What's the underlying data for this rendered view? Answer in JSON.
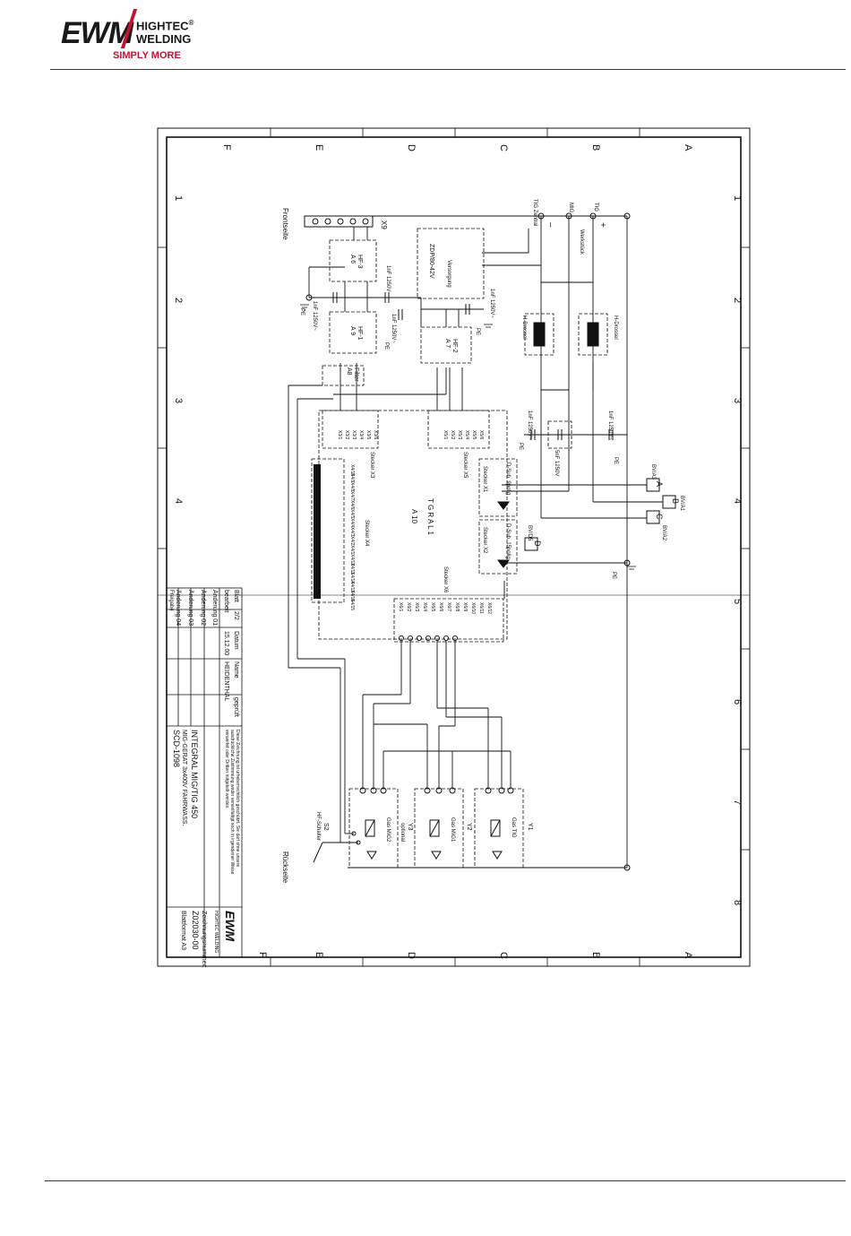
{
  "header": {
    "brand": "EWM",
    "brand_sub_1": "HIGHTEC",
    "brand_sub_2": "WELDING",
    "slogan": "SIMPLY MORE",
    "registered": "®"
  },
  "frame": {
    "row_letters": [
      "F",
      "E",
      "D",
      "C",
      "B",
      "A"
    ],
    "col_numbers": [
      "1",
      "2",
      "3",
      "4",
      "5",
      "6",
      "7",
      "8"
    ]
  },
  "labels": {
    "frontseite": "Frontseite",
    "rueckseite": "Rückseite",
    "x9": "X9",
    "hf1": "HF-1",
    "hf2": "HF-2",
    "hf3": "HF-3",
    "a6": "A 6",
    "a7": "A 7",
    "a8": "A8",
    "a9": "A 9",
    "filter": "Filter",
    "stecker_x3": "Stecker X3",
    "stecker_x4": "Stecker X4",
    "stecker_x5": "Stecker X5",
    "stecker_x6": "Stecker X6",
    "stecker_x1": "Stecker X1",
    "stecker_x2": "Stecker X2",
    "tgral": "T G R A L 1",
    "a10": "A 10",
    "dsub9": "D-Sub. 9polig",
    "dsub15": "D-Sub. 15polig",
    "zdp": "ZDP/80-42V",
    "versorgung": "Versorgung",
    "tig_zentral": "TIG Zentral",
    "mig": "MIG",
    "tig": "TIG",
    "werkstueck": "Werkstück",
    "h_drossel": "H-Drossel",
    "minus": "–",
    "plus": "+",
    "cap_1nf": "1nF 1250V~",
    "cap_5nf": "5nF 1250V",
    "pe": "PE",
    "box_a": "A",
    "box_b": "B",
    "box_c": "C",
    "box_d": "D",
    "bv_a3": "BV/A3",
    "bv_a1": "BV/A1",
    "bv_a2": "BV/A2",
    "bv_d5": "BV/D5",
    "y1": "Y1",
    "y2": "Y2",
    "y3": "Y3",
    "gas_tig": "Gas TIG",
    "gas_mig1": "Gas MIG1",
    "gas_mig2": "Gas MIG2",
    "s2": "S2",
    "hf_schalter": "HF-Schalter",
    "optional": "optional"
  },
  "pins": {
    "x4": [
      "X4/10",
      "X4/9",
      "X4/8",
      "X4/7",
      "X4/6",
      "X4/5",
      "X4/4",
      "X4/3",
      "X4/2",
      "X4/1",
      "X4/12",
      "X4/11",
      "X4/14",
      "X4/13",
      "X4/16",
      "X4/15"
    ],
    "x3": [
      "X3/1",
      "X3/2",
      "X3/3",
      "X3/4",
      "X3/5",
      "X3/6"
    ],
    "x5": [
      "X5/1",
      "X5/2",
      "X5/3",
      "X5/4",
      "X5/5",
      "X5/6"
    ],
    "x6": [
      "X6/1",
      "X6/2",
      "X6/3",
      "X6/4",
      "X6/5",
      "X6/6",
      "X6/7",
      "X6/8",
      "X6/9",
      "X6/10",
      "X6/11",
      "X6/12"
    ]
  },
  "title_block": {
    "blatt_label": "Blatt",
    "blatt_value": "2/2",
    "bearb_label": "bearbeit",
    "datum_label": "Datum",
    "name_label": "Name",
    "datum_value": "15.12.00",
    "name_value": "HEIDENTHAL",
    "gepr_label": "geprüft",
    "aend_rows": [
      "Änderung 01",
      "Änderung 02",
      "Änderung 03",
      "Änderung 04"
    ],
    "freigabe_label": "Freigabe",
    "copyright": "Diese Zeichnung ist urheberrechtlich geschützt. Sie darf ohne unsere ausdrückliche Zustimmung weder vervielfältigt noch in irgendeiner Weise verwertet oder Dritten mitgeteilt werden.",
    "title_1": "INTEGRAL MIG/TIG 450",
    "title_2": "MIG-GERAT 3x400V FAHRWASS.",
    "title_3": "SCD-1098",
    "zeichnungsnummer_label": "Zeichnungsnummer:",
    "zeichnungsnummer": "Z02030-00",
    "blattformat": "Blattformat A3",
    "tb_brand": "EWM",
    "tb_brand_sub": "HIGHTEC WELDING"
  },
  "colors": {
    "line": "#111111",
    "accent": "#c4122f"
  }
}
